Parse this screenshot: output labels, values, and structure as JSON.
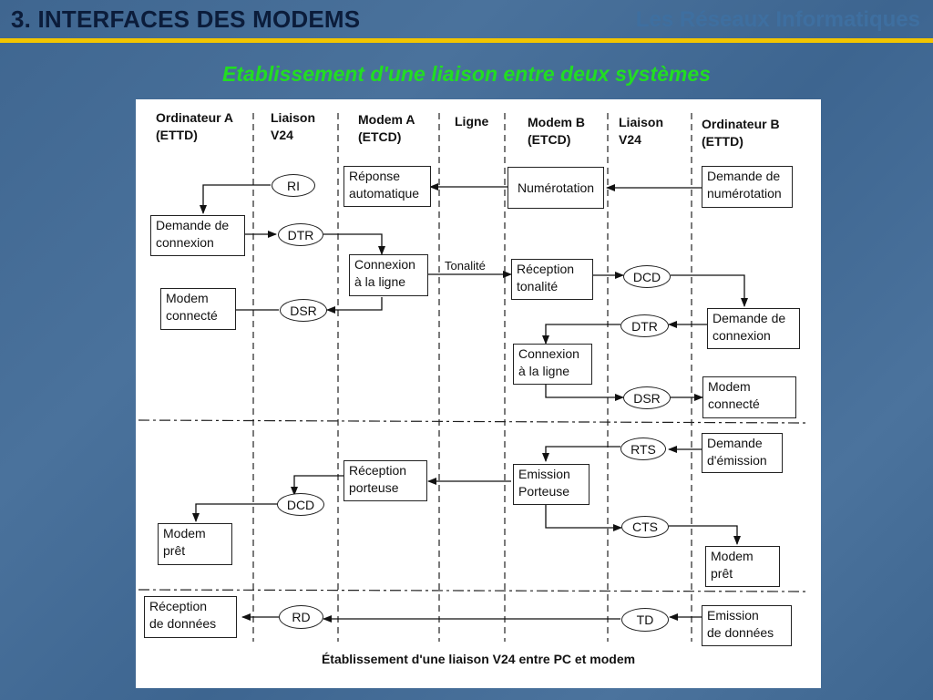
{
  "header": {
    "title": "3. INTERFACES DES MODEMS",
    "brand": "Les Réseaux Informatiques"
  },
  "subtitle": "Etablissement d'une liaison entre deux systèmes",
  "diagram": {
    "columns": [
      "Ordinateur A\n(ETTD)",
      "Liaison\nV24",
      "Modem A\n(ETCD)",
      "Ligne",
      "Modem B\n(ETCD)",
      "Liaison\nV24",
      "Ordinateur  B\n(ETTD)"
    ],
    "boxes": {
      "demande_numerotation": "Demande de\nnumérotation",
      "numerotation": "Numérotation",
      "reponse_automatique": "Réponse\nautomatique",
      "demande_connexion_a": "Demande de\nconnexion",
      "connexion_ligne_a": "Connexion\nà la ligne",
      "reception_tonalite": "Réception\ntonalité",
      "modem_connecte_a": "Modem\nconnecté",
      "demande_connexion_b": "Demande de\nconnexion",
      "connexion_ligne_b": "Connexion\nà la ligne",
      "modem_connecte_b": "Modem\nconnecté",
      "demande_emission": "Demande\nd'émission",
      "emission_porteuse": "Emission\nPorteuse",
      "reception_porteuse": "Réception\nporteuse",
      "modem_pret_a": "Modem\nprêt",
      "modem_pret_b": "Modem\nprêt",
      "reception_donnees": "Réception\nde données",
      "emission_donnees": "Emission\nde données"
    },
    "signals": {
      "ri": "RI",
      "dtr_a": "DTR",
      "dsr_a": "DSR",
      "dcd_b": "DCD",
      "dtr_b": "DTR",
      "dsr_b": "DSR",
      "rts": "RTS",
      "cts": "CTS",
      "dcd_a": "DCD",
      "rd": "RD",
      "td": "TD"
    },
    "labels": {
      "tonalite": "Tonalité"
    },
    "caption": "Établissement d'une liaison V24 entre PC et modem"
  }
}
